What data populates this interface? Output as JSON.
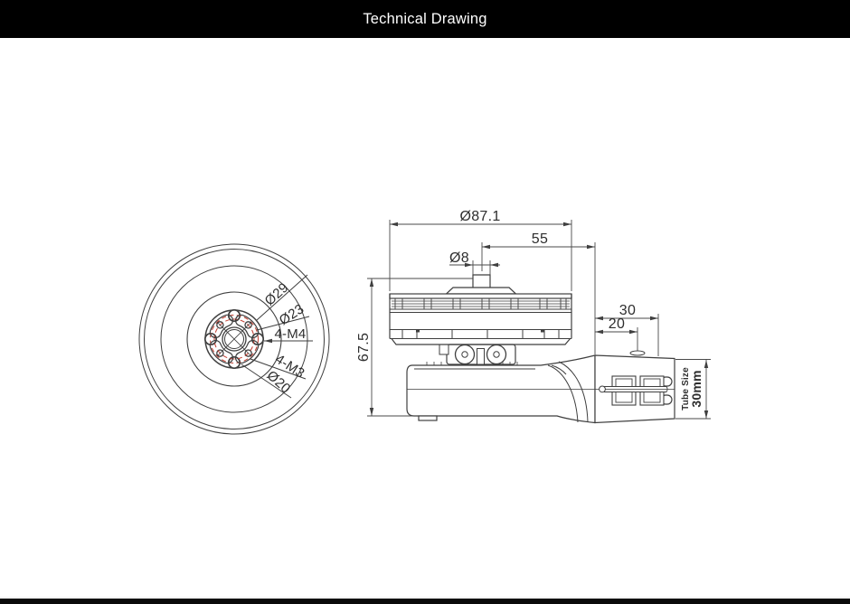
{
  "header": {
    "title": "Technical Drawing"
  },
  "front_view": {
    "labels": {
      "hub_diameter": "Ø29",
      "m4_bolt_circle": "Ø23",
      "m4_holes": "4-M4",
      "m3_holes": "4-M3",
      "m3_bolt_circle": "Ø20"
    }
  },
  "side_view": {
    "dimensions": {
      "motor_diameter": "Ø87.1",
      "axis_offset": "55",
      "shaft_diameter": "Ø8",
      "overall_height": "67.5",
      "clamp_length": "30",
      "screw_position": "20",
      "tube_size_label": "Tube Size",
      "tube_size_value": "30mm"
    }
  },
  "colors": {
    "line": "#3f3f3f",
    "red_accent": "#c0392b",
    "header_bg": "#000000",
    "header_text": "#ffffff"
  }
}
